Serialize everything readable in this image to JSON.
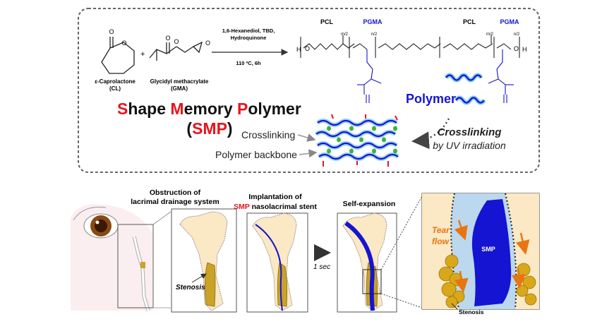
{
  "reaction": {
    "reactant1_name": "ε-Caprolactone",
    "reactant1_abbr": "(CL)",
    "plus": "+",
    "reactant2_name": "Glycidyl methacrylate",
    "reactant2_abbr": "(GMA)",
    "conditions_line1": "1,6-Hexanediol, TBD,",
    "conditions_line2": "Hydroquinone",
    "conditions_line3": "110 ºC, 6h",
    "pcl_label_left": "PCL",
    "pgma_label_left": "PGMA",
    "pcl_label_right": "PCL",
    "pgma_label_right": "PGMA",
    "sub_m2_a": "m/2",
    "sub_n2_a": "n/2",
    "sub_m2_b": "m/2",
    "sub_n2_b": "n/2",
    "h_left": "H",
    "h_right": "H",
    "o_left": "O",
    "o_right": "O"
  },
  "smp": {
    "title_S": "S",
    "title_rest1": "hape ",
    "title_M": "M",
    "title_rest2": "emory ",
    "title_P": "P",
    "title_rest3": "olymer",
    "abbr_open": "(",
    "abbr": "SMP",
    "abbr_close": ")",
    "crosslinking_label": "Crosslinking",
    "backbone_label": "Polymer backbone",
    "polymer_label": "Polymer",
    "uv_line1": "Crosslinking",
    "uv_line2": "by UV irradiation"
  },
  "panels": {
    "obstruction_line1": "Obstruction of",
    "obstruction_line2": "lacrimal drainage system",
    "implant_line1": "Implantation of",
    "implant_smp": "SMP",
    "implant_line2": " nasolacrimal stent",
    "self_expansion": "Self-expansion",
    "stenosis_label": "Stenosis",
    "time_label": "1 sec",
    "tear_line1": "Tear",
    "tear_line2": "flow",
    "zoom_smp": "SMP",
    "zoom_stenosis": "Stenosis"
  },
  "colors": {
    "red": "#e8141b",
    "blue": "#1414d2",
    "tan": "#fbe8c4",
    "gold": "#c9a227",
    "orange": "#e87511"
  }
}
